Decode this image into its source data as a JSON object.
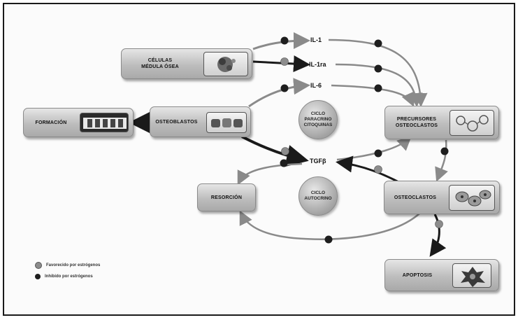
{
  "nodes": {
    "celulas": {
      "line1": "CÉLULAS",
      "line2": "MÉDULA ÓSEA"
    },
    "osteoblastos": "OSTEOBLASTOS",
    "formacion": "FORMACIÓN",
    "precursores": {
      "line1": "PRECURSORES",
      "line2": "OSTEOCLASTOS"
    },
    "osteoclastos": "OSTEOCLASTOS",
    "resorcion": "RESORCIÓN",
    "apoptosis": "APOPTOSIS"
  },
  "cytokines": {
    "il1": "IL-1",
    "il1ra": "IL-1ra",
    "il6": "IL-6",
    "tgfb": "TGFβ"
  },
  "cycles": {
    "paracrino": {
      "line1": "CICLO",
      "line2": "PARACRINO",
      "line3": "CITOQUINAS"
    },
    "autocrino": {
      "line1": "CICLO",
      "line2": "AUTOCRINO"
    }
  },
  "legend": [
    {
      "label": "Favorecido por estrógenos",
      "color": "#8c8c8c"
    },
    {
      "label": "Inhibido por estrógenos",
      "color": "#1e1e1e"
    }
  ],
  "colors": {
    "favored_dot": "#8c8c8c",
    "inhibited_dot": "#1e1e1e",
    "arrow": "#8a8a8a",
    "arrow_dark": "#1a1a1a"
  }
}
